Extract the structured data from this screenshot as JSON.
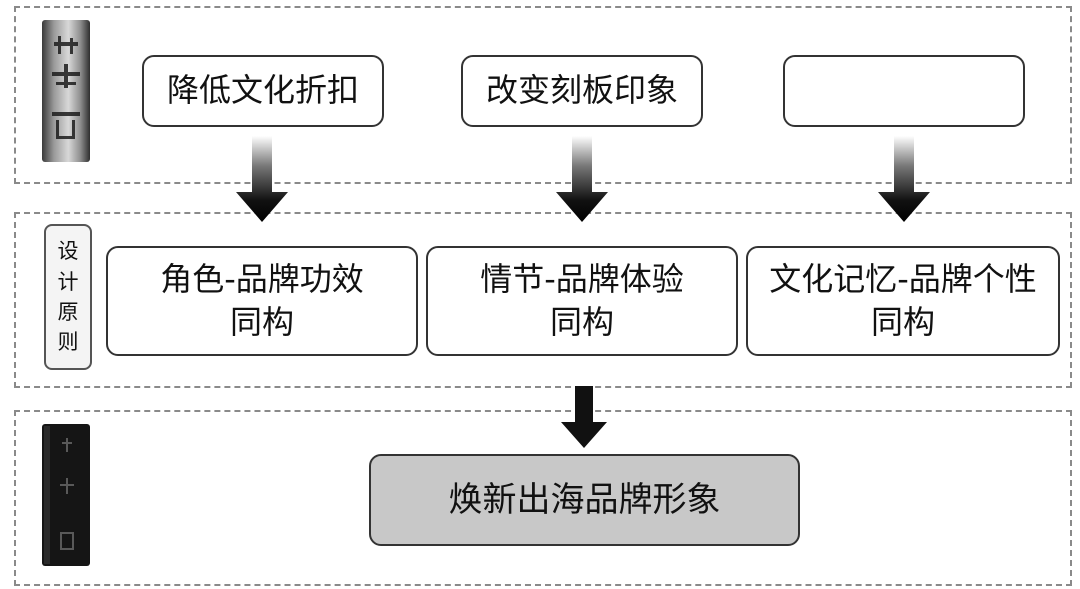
{
  "row_top": {
    "boxes": [
      {
        "label": "降低文化折扣"
      },
      {
        "label": "改变刻板印象"
      },
      {
        "label": ""
      }
    ]
  },
  "row_middle": {
    "tag_chars": [
      "设",
      "计",
      "原",
      "则"
    ],
    "boxes": [
      {
        "line1": "角色-品牌功效",
        "line2": "同构"
      },
      {
        "line1": "情节-品牌体验",
        "line2": "同构"
      },
      {
        "line1": "文化记忆-品牌个性",
        "line2": "同构"
      }
    ]
  },
  "row_bottom": {
    "result_label": "焕新出海品牌形象"
  },
  "colors": {
    "result_fill": "#c8c8c8",
    "arrow_dark": "#111111",
    "border": "#333333",
    "band_dash": "#8a8a8a"
  },
  "icons": [
    "carved-stamp-light-icon",
    "carved-stamp-dark-icon",
    "down-arrow-icon"
  ]
}
